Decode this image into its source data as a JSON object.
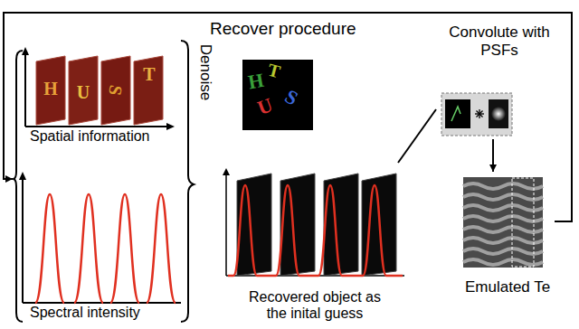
{
  "diagram": {
    "nodes": [
      {
        "text": [
          "Spatial information"
        ]
      },
      {
        "text": [
          "Spectral intensity"
        ]
      },
      {
        "text": [
          "Recovered object as the inital guess"
        ]
      },
      {
        "text": [
          "Convolute with PSFs"
        ]
      },
      {
        "text": [
          "Emulated Te"
        ]
      }
    ],
    "edges": [
      {
        "from": 2,
        "to": 3,
        "arrow": "none"
      },
      {
        "from": 3,
        "to": 4,
        "arrow": "to"
      },
      {
        "from": 4,
        "to": 0,
        "arrow": "to",
        "label": "Recover procedure"
      }
    ],
    "labels": [
      "Denoise",
      "H",
      "U",
      "S",
      "T",
      "H",
      "T",
      "U",
      "S"
    ]
  }
}
